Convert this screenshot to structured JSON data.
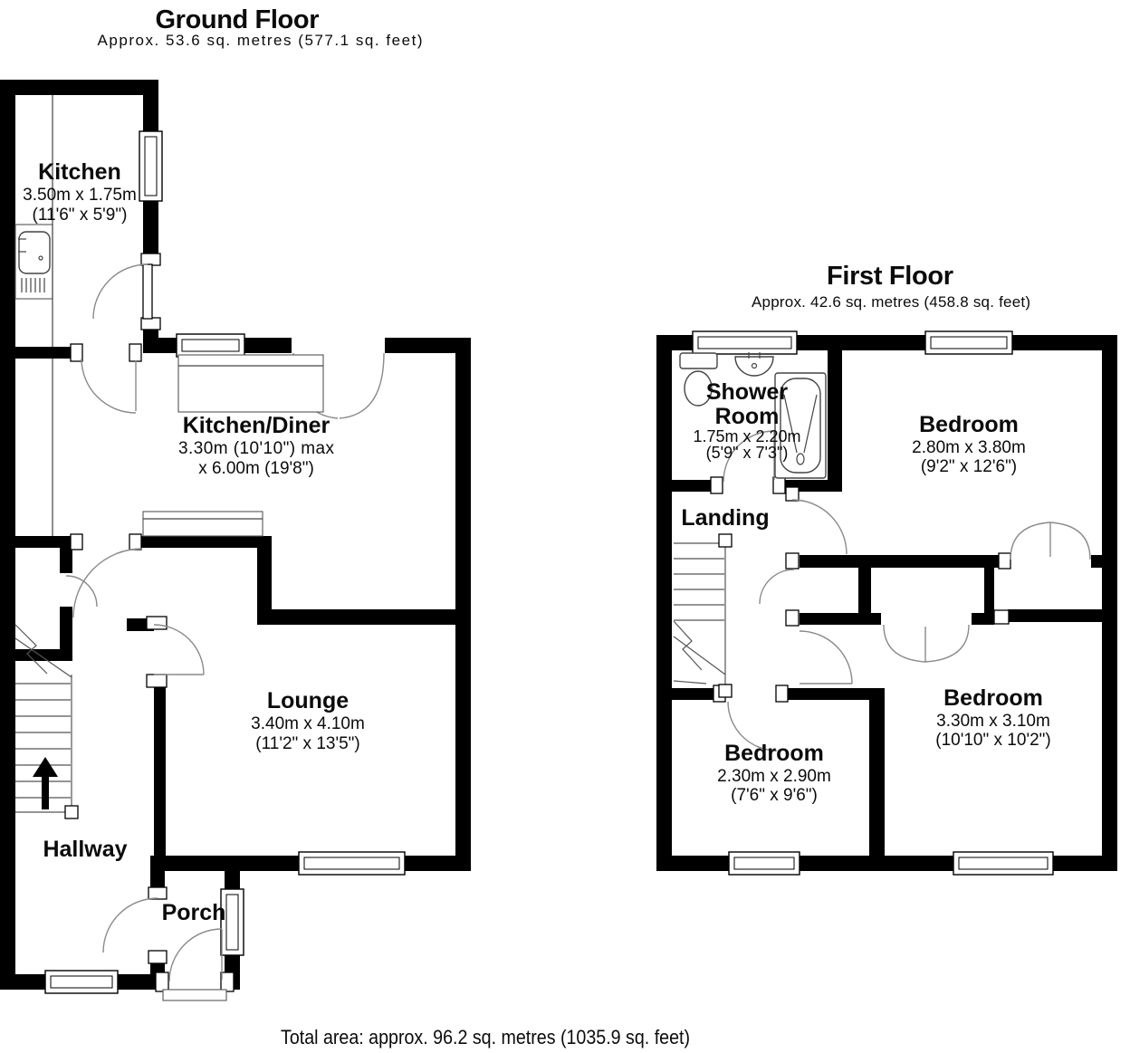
{
  "ground_floor": {
    "title": "Ground Floor",
    "subtitle": "Approx. 53.6 sq. metres (577.1 sq. feet)",
    "rooms": {
      "kitchen": {
        "name": "Kitchen",
        "dims_metric": "3.50m x 1.75m",
        "dims_imperial": "(11'6\" x 5'9\")"
      },
      "kitchen_diner": {
        "name": "Kitchen/Diner",
        "dims_line1": "3.30m (10'10\") max",
        "dims_line2": "x 6.00m (19'8\")"
      },
      "lounge": {
        "name": "Lounge",
        "dims_metric": "3.40m x 4.10m",
        "dims_imperial": "(11'2\" x 13'5\")"
      },
      "hallway": {
        "name": "Hallway"
      },
      "porch": {
        "name": "Porch"
      }
    }
  },
  "first_floor": {
    "title": "First Floor",
    "subtitle": "Approx. 42.6 sq. metres (458.8 sq. feet)",
    "rooms": {
      "shower_room": {
        "name_line1": "Shower",
        "name_line2": "Room",
        "dims_metric": "1.75m x 2.20m",
        "dims_imperial": "(5'9\" x 7'3\")"
      },
      "landing": {
        "name": "Landing"
      },
      "bedroom_top_right": {
        "name": "Bedroom",
        "dims_metric": "2.80m x 3.80m",
        "dims_imperial": "(9'2\" x 12'6\")"
      },
      "bedroom_bottom_left": {
        "name": "Bedroom",
        "dims_metric": "2.30m x 2.90m",
        "dims_imperial": "(7'6\" x 9'6\")"
      },
      "bedroom_bottom_right": {
        "name": "Bedroom",
        "dims_metric": "3.30m x 3.10m",
        "dims_imperial": "(10'10\" x 10'2\")"
      }
    }
  },
  "footer": {
    "total_area": "Total area: approx. 96.2 sq. metres (1035.9 sq. feet)"
  }
}
